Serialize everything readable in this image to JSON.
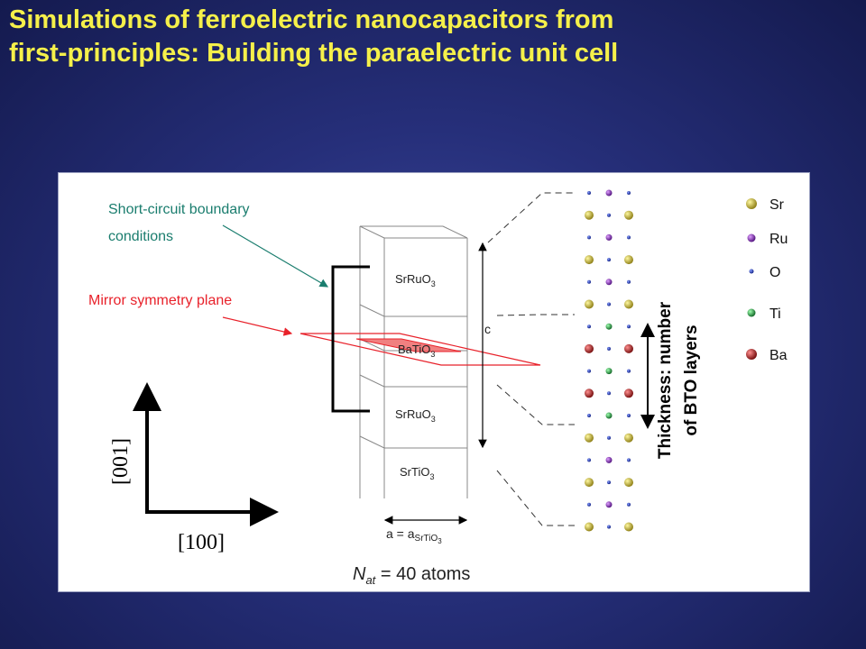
{
  "title": "Simulations of ferroelectric nanocapacitors from\nfirst-principles: Building the paraelectric unit cell",
  "colors": {
    "title": "#f5f04a",
    "teal_annotation": "#1a7d6e",
    "red_annotation": "#e8212a",
    "plane_fill": "#f08080"
  },
  "annotations": {
    "boundary_line1": "Short-circuit boundary",
    "boundary_line2": "conditions",
    "mirror": "Mirror symmetry plane"
  },
  "layers": {
    "top_base": "SrRuO",
    "middle_base": "BaTiO",
    "lower_base": "SrRuO",
    "bottom_base": "SrTiO",
    "subscript": "3"
  },
  "dimensions": {
    "c_label": "c",
    "a_label_prefix": "a = a",
    "a_label_sub": "SrTiO",
    "a_label_sub2": "3"
  },
  "axes": {
    "vertical": "[001]",
    "horizontal": "[100]"
  },
  "atom_count": {
    "symbol": "N",
    "symbol_sub": "at",
    "text": " = 40 atoms"
  },
  "thickness": {
    "line1": "Thickness: number",
    "line2": "of BTO layers"
  },
  "legend": [
    {
      "label": "Sr",
      "color": "#d8c832",
      "size": "large"
    },
    {
      "label": "Ru",
      "color": "#8a2ab8",
      "size": "medium"
    },
    {
      "label": "O",
      "color": "#1e3ad0",
      "size": "small"
    },
    {
      "label": "Ti",
      "color": "#22b040",
      "size": "medium"
    },
    {
      "label": "Ba",
      "color": "#d01818",
      "size": "large"
    }
  ],
  "atom_rows": [
    [
      "O",
      "Ru",
      "O"
    ],
    [
      "Sr",
      "O",
      "Sr"
    ],
    [
      "O",
      "Ru",
      "O"
    ],
    [
      "Sr",
      "O",
      "Sr"
    ],
    [
      "O",
      "Ru",
      "O"
    ],
    [
      "Sr",
      "O",
      "Sr"
    ],
    [
      "O",
      "Ti",
      "O"
    ],
    [
      "Ba",
      "O",
      "Ba"
    ],
    [
      "O",
      "Ti",
      "O"
    ],
    [
      "Ba",
      "O",
      "Ba"
    ],
    [
      "O",
      "Ti",
      "O"
    ],
    [
      "Sr",
      "O",
      "Sr"
    ],
    [
      "O",
      "Ru",
      "O"
    ],
    [
      "Sr",
      "O",
      "Sr"
    ],
    [
      "O",
      "Ru",
      "O"
    ],
    [
      "Sr",
      "O",
      "Sr"
    ]
  ]
}
